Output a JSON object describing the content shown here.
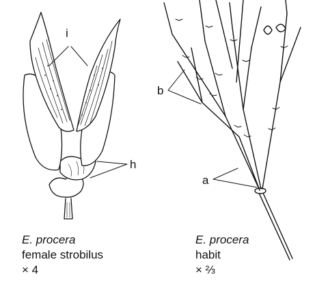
{
  "left_panel": {
    "labels": {
      "i": "i",
      "h": "h"
    },
    "caption": {
      "species": "E. procera",
      "description": "female strobilus",
      "magnification": "× 4"
    }
  },
  "right_panel": {
    "labels": {
      "a": "a",
      "b": "b"
    },
    "caption": {
      "species": "E. procera",
      "description": "habit",
      "magnification": "× ⅔"
    }
  }
}
